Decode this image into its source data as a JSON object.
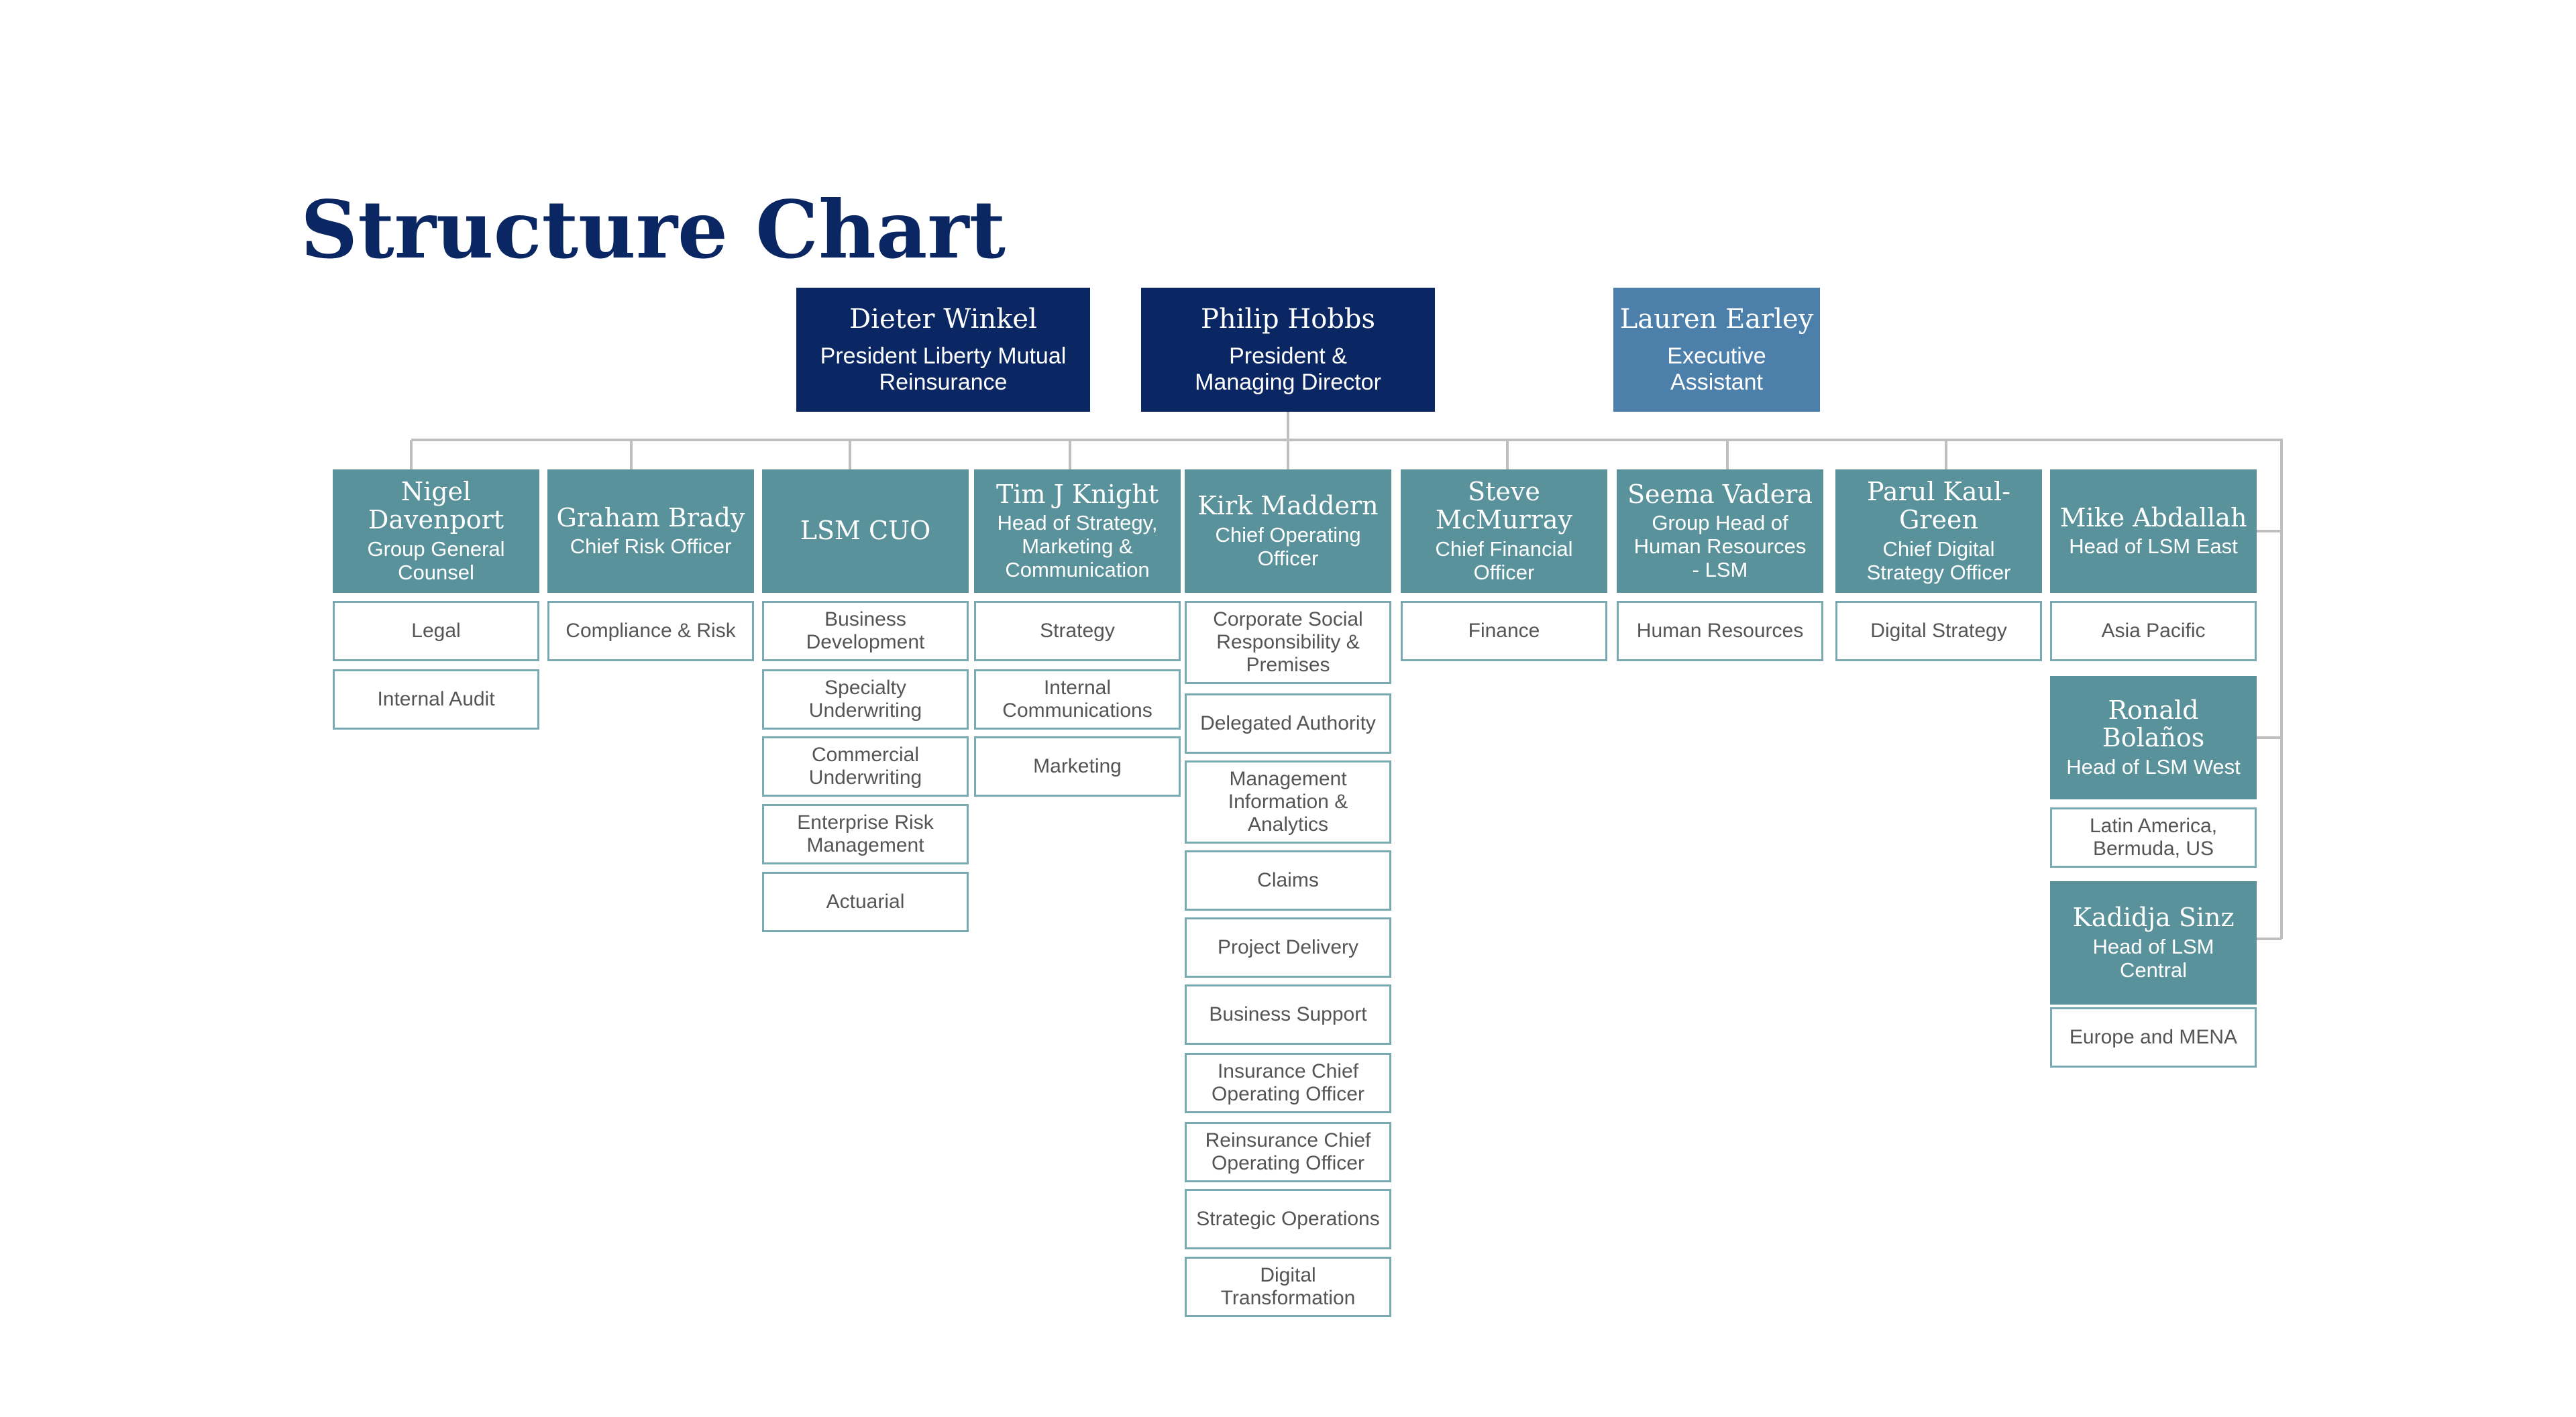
{
  "title": "Structure Chart",
  "colors": {
    "navy": "#0b2763",
    "light_blue": "#4d7fab",
    "teal": "#5a929b",
    "dept_border": "#79aab1",
    "connector": "#bfbfbf"
  },
  "top": [
    {
      "name": "Dieter Winkel",
      "role": "President Liberty Mutual Reinsurance"
    },
    {
      "name": "Philip Hobbs",
      "role": "President & Managing Director"
    },
    {
      "name": "Lauren Earley",
      "role": "Executive Assistant"
    }
  ],
  "heads": [
    {
      "name": "Nigel Davenport",
      "role": "Group General Counsel",
      "depts": [
        "Legal",
        "Internal Audit"
      ]
    },
    {
      "name": "Graham Brady",
      "role": "Chief Risk Officer",
      "depts": [
        "Compliance & Risk"
      ]
    },
    {
      "name": "LSM CUO",
      "role": "",
      "depts": [
        "Business Development",
        "Specialty Underwriting",
        "Commercial Underwriting",
        "Enterprise Risk Management",
        "Actuarial"
      ]
    },
    {
      "name": "Tim J Knight",
      "role": "Head of Strategy, Marketing & Communication",
      "depts": [
        "Strategy",
        "Internal Communications",
        "Marketing"
      ]
    },
    {
      "name": "Kirk Maddern",
      "role": "Chief Operating Officer",
      "depts": [
        "Corporate Social Responsibility & Premises",
        "Delegated Authority",
        "Management Information & Analytics",
        "Claims",
        "Project Delivery",
        "Business Support",
        "Insurance Chief Operating Officer",
        "Reinsurance Chief Operating Officer",
        "Strategic Operations",
        "Digital Transformation"
      ]
    },
    {
      "name": "Steve McMurray",
      "role": "Chief Financial Officer",
      "depts": [
        "Finance"
      ]
    },
    {
      "name": "Seema Vadera",
      "role": "Group Head of Human Resources - LSM",
      "depts": [
        "Human Resources"
      ]
    },
    {
      "name": "Parul Kaul-Green",
      "role": "Chief Digital Strategy Officer",
      "depts": [
        "Digital Strategy"
      ]
    }
  ],
  "regional": [
    {
      "name": "Mike Abdallah",
      "role": "Head of LSM East",
      "dept": "Asia Pacific"
    },
    {
      "name": "Ronald Bolaños",
      "role": "Head of LSM West",
      "dept": "Latin America, Bermuda, US"
    },
    {
      "name": "Kadidja Sinz",
      "role": "Head of LSM Central",
      "dept": "Europe and MENA"
    }
  ]
}
